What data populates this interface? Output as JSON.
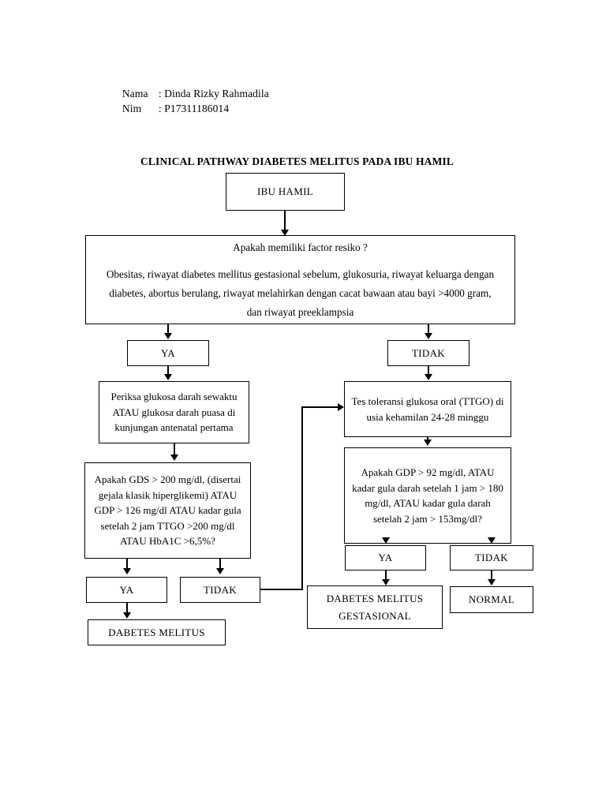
{
  "header": {
    "name_label": "Nama",
    "name_sep": ": Dinda Rizky Rahmadila",
    "nim_label": "Nim",
    "nim_sep": ": P17311186014"
  },
  "title": "CLINICAL PATHWAY DIABETES MELITUS PADA IBU HAMIL",
  "nodes": {
    "start": "IBU HAMIL",
    "risk_question": "Apakah memiliki factor resiko ?",
    "risk_detail": "Obesitas, riwayat diabetes mellitus gestasional sebelum, glukosuria, riwayat keluarga dengan diabetes, abortus berulang, riwayat melahirkan dengan cacat bawaan atau bayi >4000 gram, dan riwayat preeklampsia",
    "risk_yes": "YA",
    "risk_no": "TIDAK",
    "left_test": "Periksa glukosa darah sewaktu ATAU glukosa darah puasa di kunjungan antenatal pertama",
    "right_test": "Tes toleransi glukosa oral (TTGO) di usia kehamilan 24-28 minggu",
    "left_decision": "Apakah GDS > 200 mg/dl, (disertai gejala klasik hiperglikemi) ATAU GDP > 126 mg/dl ATAU kadar gula setelah 2 jam TTGO >200 mg/dl ATAU HbA1C >6,5%?",
    "right_decision": "Apakah GDP > 92 mg/dl, ATAU kadar gula darah setelah 1 jam > 180 mg/dl, ATAU kadar gula darah setelah 2 jam > 153mg/dl?",
    "left_yes": "YA",
    "left_no": "TIDAK",
    "right_yes": "YA",
    "right_no": "TIDAK",
    "outcome_dm": "DABETES MELITUS",
    "outcome_dmg": "DABETES MELITUS GESTASIONAL",
    "outcome_normal": "NORMAL"
  },
  "colors": {
    "line": "#000000",
    "background": "#ffffff",
    "text": "#000000"
  }
}
